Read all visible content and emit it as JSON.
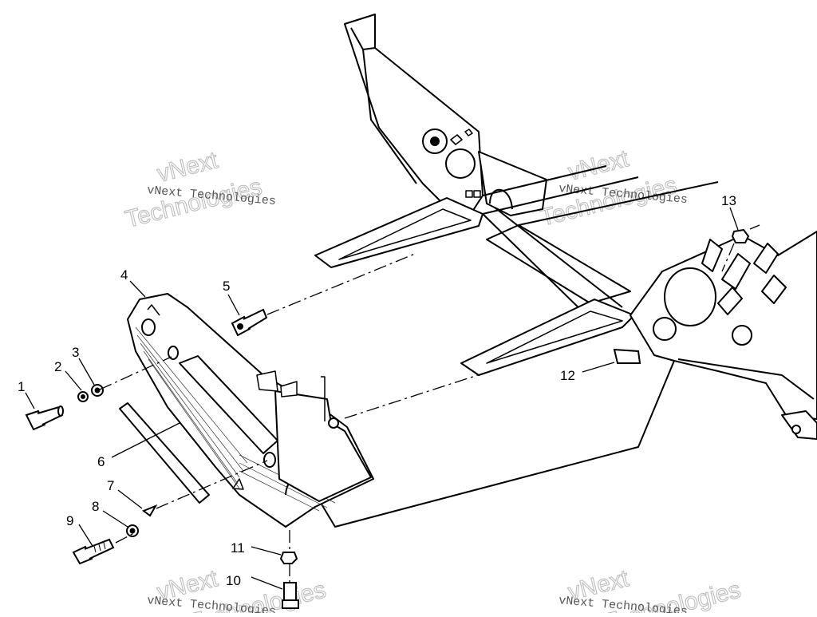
{
  "diagram": {
    "callouts": [
      {
        "id": "1",
        "label": "1"
      },
      {
        "id": "2",
        "label": "2"
      },
      {
        "id": "3",
        "label": "3"
      },
      {
        "id": "4",
        "label": "4"
      },
      {
        "id": "5",
        "label": "5"
      },
      {
        "id": "6",
        "label": "6"
      },
      {
        "id": "7",
        "label": "7"
      },
      {
        "id": "8",
        "label": "8"
      },
      {
        "id": "9",
        "label": "9"
      },
      {
        "id": "10",
        "label": "10"
      },
      {
        "id": "11",
        "label": "11"
      },
      {
        "id": "12",
        "label": "12"
      },
      {
        "id": "13",
        "label": "13"
      }
    ],
    "watermark": {
      "small": "vNext Technologies",
      "line1": "vNext",
      "line2": "Technologies"
    }
  }
}
